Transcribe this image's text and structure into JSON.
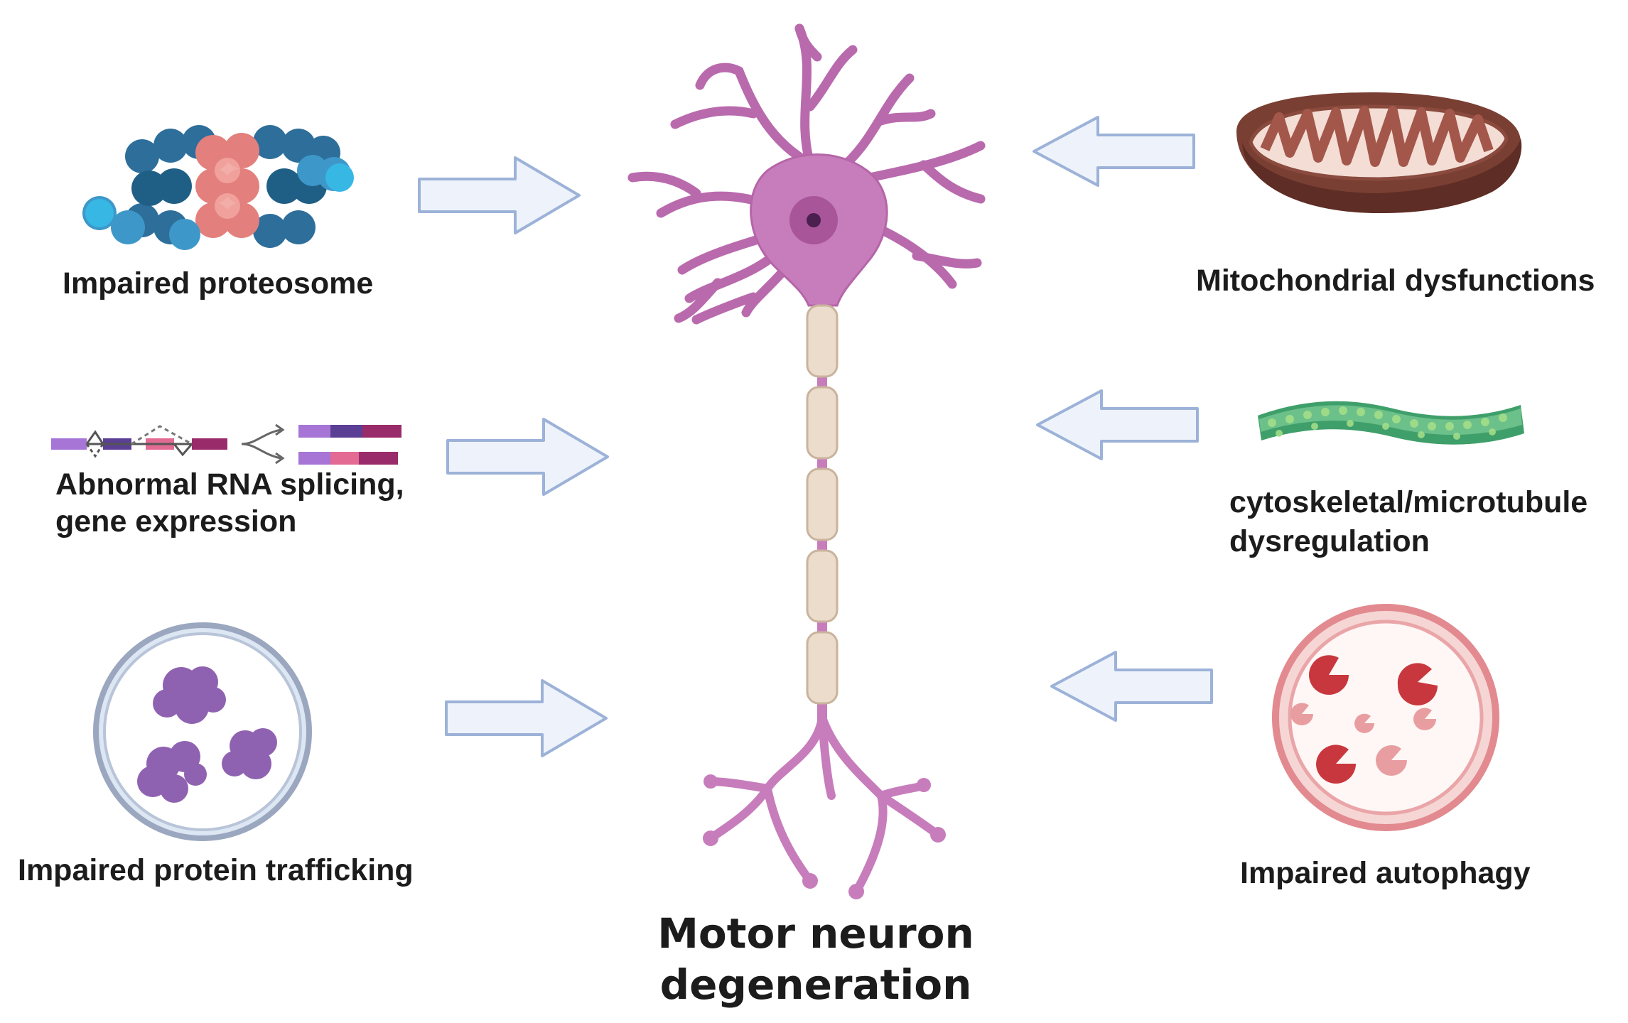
{
  "center": {
    "title_line1": "Motor neuron",
    "title_line2": "degeneration"
  },
  "causes": {
    "proteosome": "Impaired proteosome",
    "rna_line1": "Abnormal RNA splicing,",
    "rna_line2": "gene expression",
    "trafficking": "Impaired protein trafficking",
    "mitochondria": "Mitochondrial dysfunctions",
    "cytoskeleton_line1": "cytoskeletal/microtubule",
    "cytoskeleton_line2": "dysregulation",
    "autophagy": "Impaired autophagy"
  },
  "colors": {
    "neuron": "#c77dbb",
    "arrow_fill": "#eef3fb",
    "arrow_stroke": "#9cb2d8",
    "mito": "#8a4a3e",
    "microtubule": "#6cc089",
    "autophagy_ring": "#e28a8f",
    "aggregate": "#8f62b1"
  }
}
